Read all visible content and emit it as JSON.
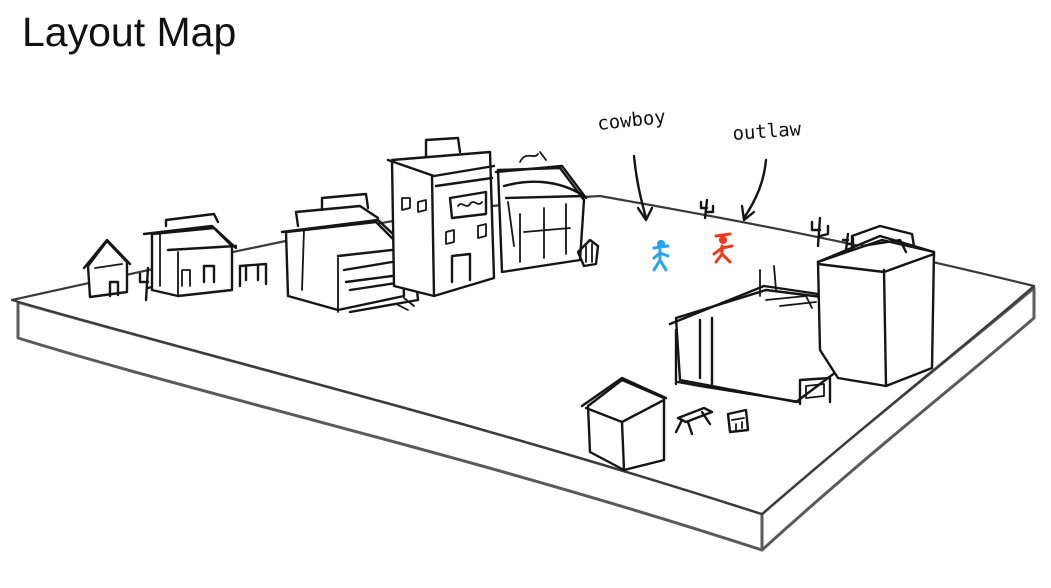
{
  "title": "Layout Map",
  "labels": {
    "cowboy": "cowboy",
    "outlaw": "outlaw"
  },
  "characters": {
    "cowboy_color": "#2aa3f0",
    "outlaw_color": "#ef3a1a"
  },
  "colors": {
    "ink": "#151515",
    "board_edge": "#5a5a5a",
    "background": "#ffffff"
  }
}
